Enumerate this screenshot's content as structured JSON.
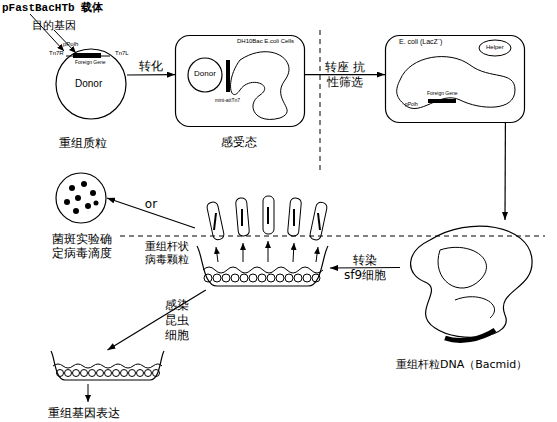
{
  "diagram": {
    "nodes": [
      {
        "text": [
          "Tn7R",
          "pPolh",
          "Foreign Gene",
          "Tn7L",
          "Donor",
          "重组质粒"
        ]
      },
      {
        "text": [
          "DH10Bac E.coli Cells",
          "mini-attTn7",
          "感受态"
        ]
      },
      {
        "text": [
          "Donor"
        ],
        "in": 1
      },
      {
        "text": [
          "E. coli (LacZ⁻)",
          "Helper",
          "Foreign Gene",
          "pPolh"
        ]
      },
      {
        "text": [
          "重组杆粒DNA（Bacmid）"
        ]
      },
      {
        "text": [
          "重组杆状病毒颗粒"
        ]
      },
      {
        "text": [
          "菌斑实验确定病毒滴度"
        ]
      },
      {
        "text": [
          "重组基因表达"
        ]
      }
    ],
    "edges": [
      {
        "from": 0,
        "to": 1,
        "arrow": "to",
        "label": "转化"
      },
      {
        "from": 1,
        "to": 3,
        "arrow": "to",
        "label": "转座 抗性筛选"
      },
      {
        "from": 3,
        "to": 4,
        "arrow": "to"
      },
      {
        "from": 4,
        "to": 5,
        "arrow": "to",
        "label": "转染 sf9细胞"
      },
      {
        "from": 5,
        "to": 6,
        "arrow": "to",
        "label": "or"
      },
      {
        "from": 5,
        "to": 7,
        "arrow": "to",
        "label": "感染 昆虫 细胞"
      }
    ],
    "labels": [
      "pFastBacHTb 载体",
      "目的基因"
    ]
  }
}
